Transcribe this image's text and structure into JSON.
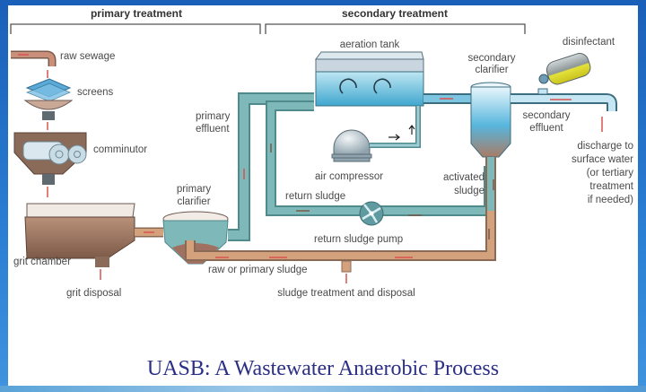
{
  "title": "UASB: A Wastewater Anaerobic Process",
  "sections": {
    "primary": "primary treatment",
    "secondary": "secondary treatment"
  },
  "labels": {
    "raw_sewage": "raw sewage",
    "screens": "screens",
    "comminutor": "comminutor",
    "grit_chamber": "grit chamber",
    "grit_disposal": "grit disposal",
    "primary_clarifier": [
      "primary",
      "clarifier"
    ],
    "primary_effluent": [
      "primary",
      "effluent"
    ],
    "aeration_tank": "aeration tank",
    "air_compressor": "air compressor",
    "return_sludge": "return sludge",
    "return_sludge_pump": "return sludge pump",
    "raw_or_primary_sludge": "raw or primary sludge",
    "secondary_clarifier": [
      "secondary",
      "clarifier"
    ],
    "activated_sludge": [
      "activated",
      "sludge"
    ],
    "disinfectant": "disinfectant",
    "secondary_effluent": [
      "secondary",
      "effluent"
    ],
    "discharge": [
      "discharge to",
      "surface water",
      "(or tertiary",
      "treatment",
      "if needed)"
    ],
    "sludge_treatment": "sludge treatment and disposal"
  },
  "colors": {
    "pipe_water": "#7fb8b8",
    "pipe_water_dark": "#4f8a8c",
    "pipe_sludge": "#d3a27d",
    "pipe_sludge_dark": "#8b6a55",
    "flow_arrow": "#d9534f",
    "title": "#2b2f86",
    "frame": "#1f6fc4"
  }
}
